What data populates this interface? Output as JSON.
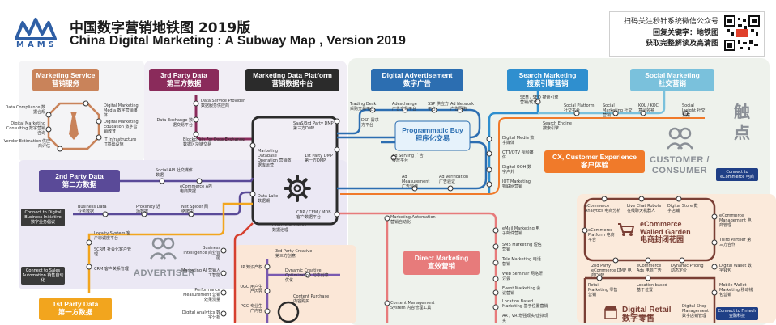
{
  "header": {
    "logo_text": "MAMS",
    "title_cn": "中国数字营销地铁图 2019版",
    "title_en": "China Digital Marketing : A Subway Map , Version 2019"
  },
  "qr": {
    "line1": "扫码关注秒针系统微信公众号",
    "line2": "回复关键字：地铁图",
    "line3": "获取完整解读及高清图"
  },
  "categories": {
    "marketing_service": {
      "en": "Marketing Service",
      "cn": "营销服务"
    },
    "third_party": {
      "en": "3rd Party Data",
      "cn": "第三方数据"
    },
    "platform": {
      "en": "Marketing Data Platform",
      "cn": "营销数据中台"
    },
    "digital_ad": {
      "en": "Digital Advertisement",
      "cn": "数字广告"
    },
    "search": {
      "en": "Search Marketing",
      "cn": "搜索引擎营销"
    },
    "social": {
      "en": "Social Marketing",
      "cn": "社交营销"
    },
    "second_party": {
      "en": "2nd Party Data",
      "cn": "第二方数据"
    },
    "first_party": {
      "en": "1st Party Data",
      "cn": "第一方数据"
    },
    "programmatic": {
      "en": "Programmatic Buy",
      "cn": "程序化交易"
    },
    "cx": {
      "en": "CX, Customer Experience",
      "cn": "客户体验"
    },
    "direct": {
      "en": "Direct Marketing",
      "cn": "直效营销"
    },
    "walled": {
      "en": "eCommerce Walled Garden",
      "cn": "电商封闭花园"
    },
    "retail": {
      "en": "Digital Retail",
      "cn": "数字零售"
    }
  },
  "big_labels": {
    "advertiser": "ADVERTISER",
    "customer_l1": "CUSTOMER /",
    "customer_l2": "CONSUMER",
    "touch_1": "触",
    "touch_2": "点"
  },
  "side_tags": {
    "tag1": "Connect to Digital Business Initiative 数字业务倡议",
    "tag2": "Connect to Sales Automation 销售自动化",
    "tag3": "Connect to eCommerce 电商",
    "tag4": "Connect to Fintech 金融科技"
  },
  "service_labels": [
    "Data Compliance 数据合规",
    "Digital Marketing Consulting 数字营销咨询",
    "Vendor Estimation 供应商评估",
    "Digital Marketing Media 数字营销媒体",
    "Digital Marketing Education 数字营销教育",
    "IT Infrastructure IT基础设施"
  ],
  "third_party_labels": [
    "Data Service Provider 数据服务供应商",
    "Data Exchange 数据交易平台",
    "Blockchain For Data Exchange 数据区块链交易"
  ],
  "platform_labels": [
    "SaaS/3rd Party DMP 第三方DMP",
    "Marketing Database Operation 营销数据库运营",
    "1st Party DMP 第一方DMP",
    "Data Lake 数据湖",
    "CDP / CEM / MDB 客户数据平台",
    "Data Governance 数据治理"
  ],
  "ad_labels": [
    "Trading Desk 采购交易平台",
    "Adexchange 广告交易平台",
    "SSP 供应方平台",
    "Ad Network 广告网络",
    "DSP 需求方平台",
    "Ad Serving 广告投放平台",
    "Ad Measurement 广告监测",
    "Ad Verification 广告验证"
  ],
  "search_labels": [
    "SEM / SEO 搜索引擎营销/优化",
    "Search Engine 搜索引擎",
    "Social Platform 社交平台",
    "Social Marketing 社交营销",
    "KOL / KOC 意见领袖",
    "Social Insight 社交洞察"
  ],
  "media_labels": [
    "Digital Media 数字媒体",
    "OTT/OTV 视频媒体",
    "Digital OOH 数字户外",
    "IOT Marketing 物联网营销"
  ],
  "direct_labels": [
    "Marketing Automation 营销自动化",
    "eMail Marketing 电子邮件营销",
    "SMS Marketing 短信营销",
    "Tele Marketing 电话营销",
    "Web Seminar 网络研讨会",
    "Event Marketing 会议营销",
    "Location Based Marketing 基于位置营销",
    "AR / VR 增强现实/虚拟现实",
    "Content Management System 内容管理工具"
  ],
  "second_party_labels": [
    "Social API 社交媒体数据",
    "eCommerce API 电商数据",
    "Business Data 业务数据",
    "Proximity 近场数据",
    "Net Spider 网络爬虫"
  ],
  "first_party_labels": [
    "Loyalty System 客户忠诚度平台",
    "SCRM 社会化客户管理",
    "CRM 客户关系管理",
    "Business Intelligence 商业智能",
    "Marketing AI 营销人工智能",
    "Performance Measurement 营销效果测量",
    "Digital Analytics 数字分析"
  ],
  "creative_labels": [
    "3rd Party Creative 第三方创意",
    "IP 知识产权",
    "UGC 用户生产内容",
    "PGC 专业生产内容",
    "Dynamic Creative Optimization 动态创意优化",
    "Content Purchase 内容购买"
  ],
  "walled_labels": [
    "eCommerce Analytics 电商分析",
    "Live Chat Robots 在线聊天机器人",
    "Digital Store 数字店铺",
    "eCommerce Platform 电商平台",
    "eCommerce Management 电商管理",
    "Third Partner 第三方合作",
    "2nd Party eCommerce DMP 电商DMP",
    "eCommerce Ads 电商广告",
    "Dynamic Pricing 动态定价",
    "Digital Wallet 数字钱包",
    "Mobile Wallet Marketing 移动钱包营销"
  ],
  "retail_labels": [
    "Retail Marketing 零售营销",
    "Location based 基于位置",
    "Digital Shop Management 数字店铺管理"
  ],
  "colors": {
    "service": "#c9835a",
    "third_party": "#8a2b5b",
    "platform": "#2b2b2b",
    "digital_ad": "#2c6eb1",
    "search": "#2f8fcf",
    "social": "#7ac1dc",
    "second_party": "#5a4a98",
    "first_party": "#f2a51e",
    "cx": "#f07a2a",
    "direct": "#e77b7b",
    "walled": "#7a3f35",
    "retail": "#7a3f35"
  }
}
